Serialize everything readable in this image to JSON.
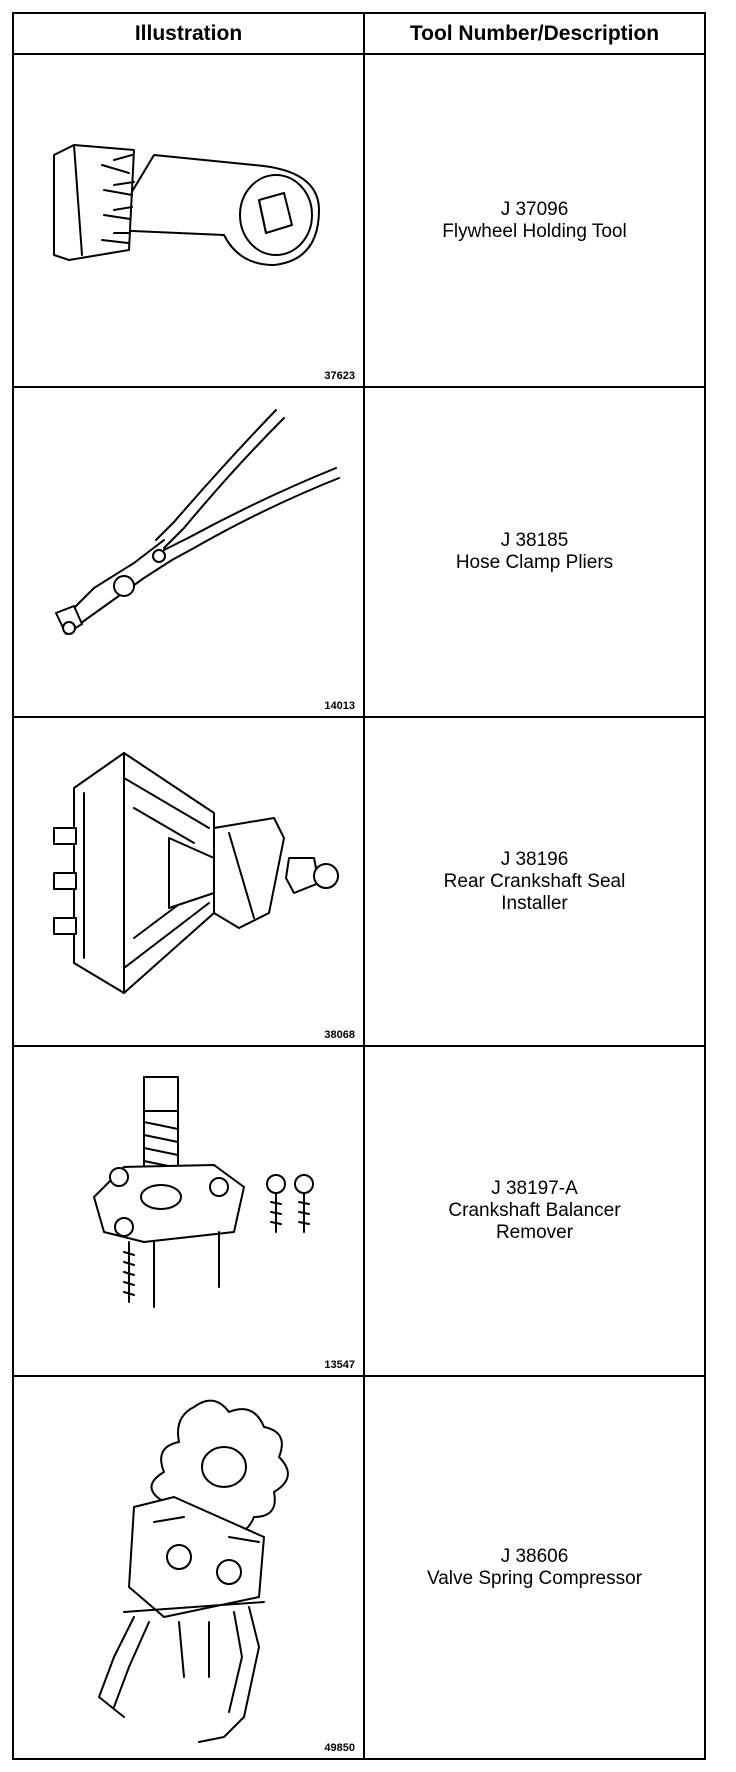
{
  "header": {
    "illustration": "Illustration",
    "description": "Tool Number/Description"
  },
  "tools": [
    {
      "number": "J 37096",
      "description": "Flywheel Holding Tool",
      "figure": "37623",
      "icon": "flywheel-holding-tool-icon"
    },
    {
      "number": "J 38185",
      "description": "Hose Clamp Pliers",
      "figure": "14013",
      "icon": "hose-clamp-pliers-icon"
    },
    {
      "number": "J 38196",
      "description": "Rear Crankshaft Seal\nInstaller",
      "figure": "38068",
      "icon": "seal-installer-icon"
    },
    {
      "number": "J 38197-A",
      "description": "Crankshaft Balancer\nRemover",
      "figure": "13547",
      "icon": "balancer-remover-icon"
    },
    {
      "number": "J 38606",
      "description": "Valve Spring Compressor",
      "figure": "49850",
      "icon": "valve-spring-compressor-icon"
    }
  ]
}
